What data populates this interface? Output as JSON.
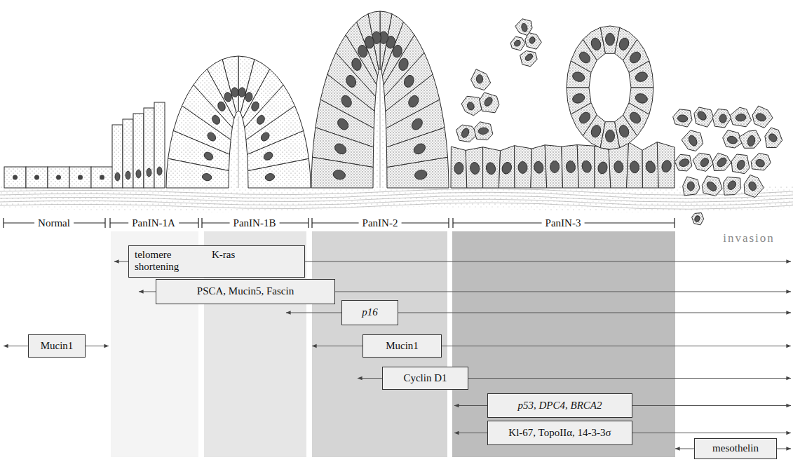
{
  "diagram": {
    "nodes": [
      {
        "text": [
          "telomere shortening",
          "K-ras"
        ]
      },
      {
        "text": [
          "PSCA, Mucin5, Fascin"
        ]
      },
      {
        "text": [
          "p16"
        ]
      },
      {
        "text": [
          "Mucin1"
        ]
      },
      {
        "text": [
          "Mucin1"
        ]
      },
      {
        "text": [
          "Cyclin D1"
        ]
      },
      {
        "text": [
          "p53, DPC4, BRCA2"
        ]
      },
      {
        "text": [
          "Kl-67, TopoIIα, 14-3-3σ"
        ]
      },
      {
        "text": [
          "mesothelin"
        ]
      }
    ],
    "labels": [
      "Normal",
      "PanIN-1A",
      "PanIN-1B",
      "PanIN-2",
      "PanIN-3",
      "invasion"
    ]
  }
}
